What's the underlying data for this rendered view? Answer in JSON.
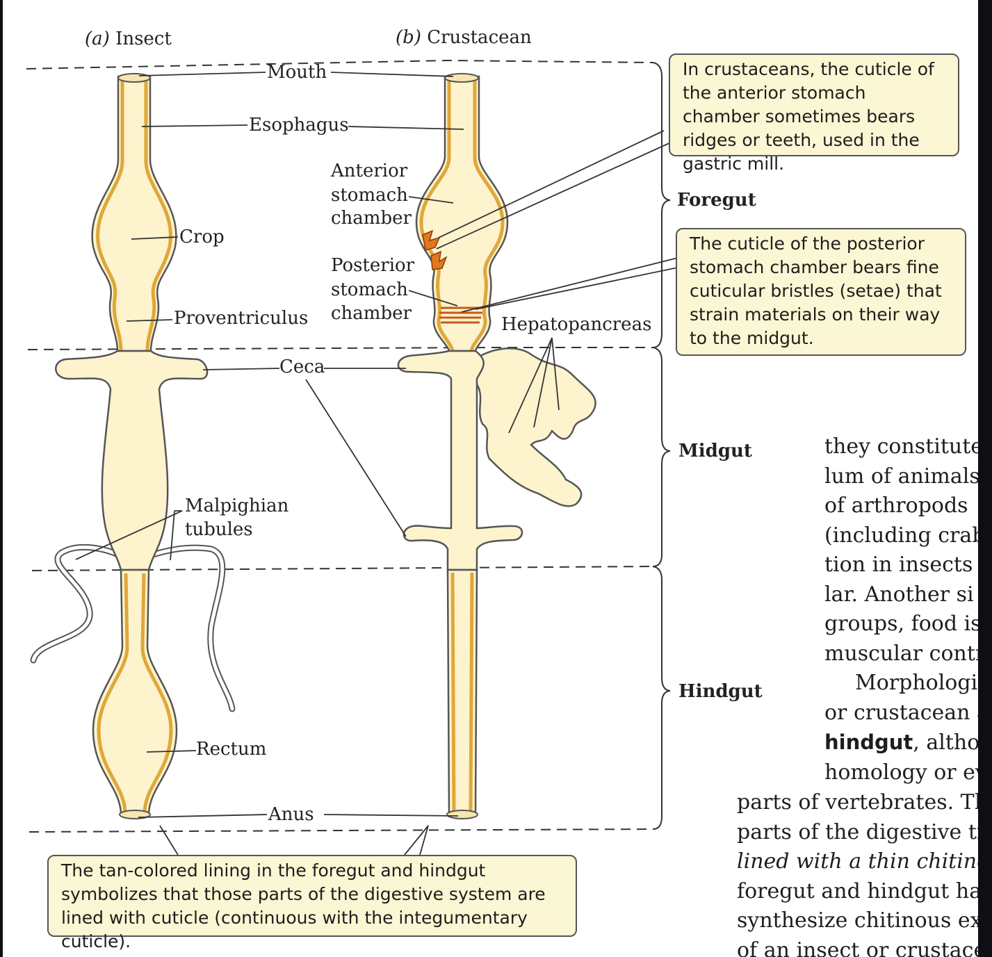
{
  "panels": {
    "insect": {
      "letter": "(a)",
      "name": "Insect"
    },
    "crustacean": {
      "letter": "(b)",
      "name": "Crustacean"
    }
  },
  "labels": {
    "mouth": "Mouth",
    "esophagus": "Esophagus",
    "anterior_stomach": [
      "Anterior",
      "stomach",
      "chamber"
    ],
    "crop": "Crop",
    "posterior_stomach": [
      "Posterior",
      "stomach",
      "chamber"
    ],
    "proventriculus": "Proventriculus",
    "hepatopancreas": "Hepatopancreas",
    "ceca": "Ceca",
    "malpighian": [
      "Malpighian",
      "tubules"
    ],
    "rectum": "Rectum",
    "anus": "Anus"
  },
  "regions": {
    "foregut": "Foregut",
    "midgut": "Midgut",
    "hindgut": "Hindgut"
  },
  "callouts": {
    "gastric_mill": "In crustaceans, the cuticle of the anterior stomach chamber sometimes bears ridges or teeth, used in the gastric mill.",
    "setae": "The cuticle of the posterior stomach chamber bears fine cuticular bristles (setae) that strain materials on their way to the midgut.",
    "lining": "The tan-colored lining in the foregut and hindgut symbolizes that those parts of the digestive system are lined with cuticle (continuous with the integumentary cuticle)."
  },
  "body_text": {
    "line1": "they constitute",
    "line2": "lum of animals",
    "line3": "of arthropods",
    "line4": "(including crab",
    "line5": "tion in insects a",
    "line6": "lar. Another si",
    "line7": "groups, food is",
    "line8": "muscular contr",
    "line9": "Morphologis",
    "line10": "or crustacean a",
    "line11_bold": "hindgut",
    "line11_rest": ", althou",
    "line12": "homology or ev",
    "line13": "parts of vertebrates. The f",
    "line14": "parts of the digestive trac",
    "line15": "lined with a thin chitino",
    "line16": "foregut and hindgut have",
    "line17": "synthesize chitinous exos",
    "line18": "of an insect or crustacean"
  },
  "colors": {
    "gut_fill": "#fdf3cd",
    "cuticle": "#e0a73a",
    "teeth": "#e0781c",
    "callout_fill": "#fbf6d3",
    "frame": "#0d0f14"
  }
}
